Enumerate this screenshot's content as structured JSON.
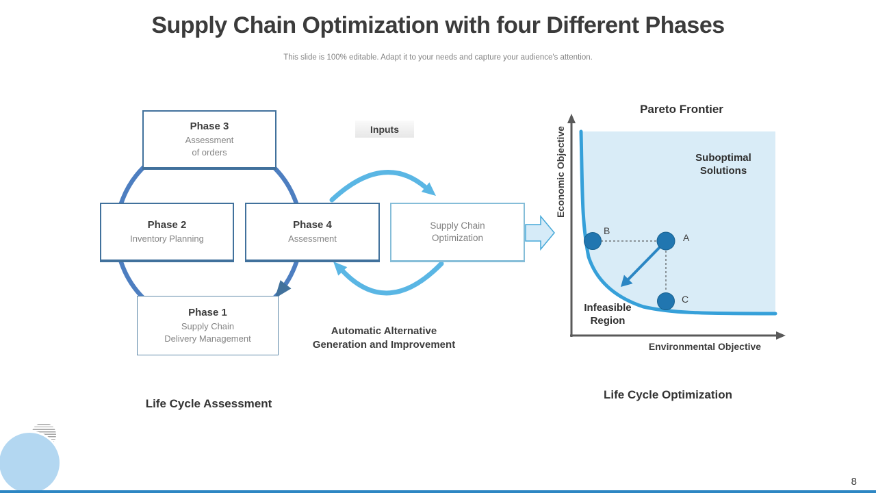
{
  "slide": {
    "title": "Supply Chain Optimization with four Different Phases",
    "subtitle": "This slide is 100% editable. Adapt it to your needs and capture your audience's attention.",
    "page_number": "8"
  },
  "left_diagram": {
    "caption": "Life Cycle Assessment",
    "phase3": {
      "title": "Phase 3",
      "line1": "Assessment",
      "line2": "of orders"
    },
    "phase2": {
      "title": "Phase 2",
      "line1": "Inventory Planning"
    },
    "phase4": {
      "title": "Phase 4",
      "line1": "Assessment"
    },
    "phase1": {
      "title": "Phase 1",
      "line1": "Supply Chain",
      "line2": "Delivery Management"
    }
  },
  "center": {
    "inputs_label": "Inputs",
    "optimization_box": {
      "line1": "Supply Chain",
      "line2": "Optimization"
    },
    "cycle_caption_line1": "Automatic Alternative",
    "cycle_caption_line2": "Generation and Improvement"
  },
  "pareto_chart": {
    "title": "Pareto Frontier",
    "y_axis_label": "Economic Objective",
    "x_axis_label": "Environmental Objective",
    "suboptimal_line1": "Suboptimal",
    "suboptimal_line2": "Solutions",
    "infeasible_line1": "Infeasible",
    "infeasible_line2": "Region",
    "point_a": "A",
    "point_b": "B",
    "point_c": "C",
    "caption": "Life Cycle Optimization"
  },
  "colors": {
    "ring_blue": "#4d7ec0",
    "box_border": "#41719c",
    "cycle_arrow": "#5ab6e4",
    "frontier_curve": "#36a0d9",
    "region_fill": "#d9ecf7",
    "point_fill": "#2176b0",
    "axis_gray": "#595959",
    "accent_bar": "#2d86c3",
    "decor_circle": "#b3d7f1"
  }
}
